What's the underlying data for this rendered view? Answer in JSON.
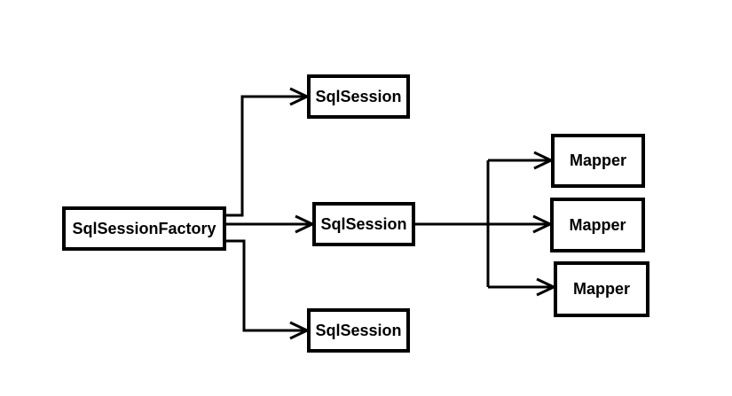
{
  "diagram": {
    "type": "flowchart",
    "background": "#ffffff",
    "colors": {
      "box_border": "#000000",
      "box_fill": "#ffffff",
      "line": "#000000",
      "text": "#000000"
    },
    "nodes": [
      {
        "id": "factory",
        "label": "SqlSessionFactory"
      },
      {
        "id": "session-top",
        "label": "SqlSession"
      },
      {
        "id": "session-mid",
        "label": "SqlSession"
      },
      {
        "id": "session-bottom",
        "label": "SqlSession"
      },
      {
        "id": "mapper-top",
        "label": "Mapper"
      },
      {
        "id": "mapper-mid",
        "label": "Mapper"
      },
      {
        "id": "mapper-bottom",
        "label": "Mapper"
      }
    ],
    "edges": [
      {
        "from": "factory",
        "to": "session-top",
        "style": "elbow",
        "arrow": "open-chevron"
      },
      {
        "from": "factory",
        "to": "session-mid",
        "style": "straight",
        "arrow": "open-chevron"
      },
      {
        "from": "factory",
        "to": "session-bottom",
        "style": "elbow",
        "arrow": "open-chevron"
      },
      {
        "from": "session-mid",
        "to": "mapper-top",
        "style": "elbow",
        "arrow": "open-chevron"
      },
      {
        "from": "session-mid",
        "to": "mapper-mid",
        "style": "straight",
        "arrow": "open-chevron"
      },
      {
        "from": "session-mid",
        "to": "mapper-bottom",
        "style": "elbow",
        "arrow": "open-chevron"
      }
    ]
  }
}
